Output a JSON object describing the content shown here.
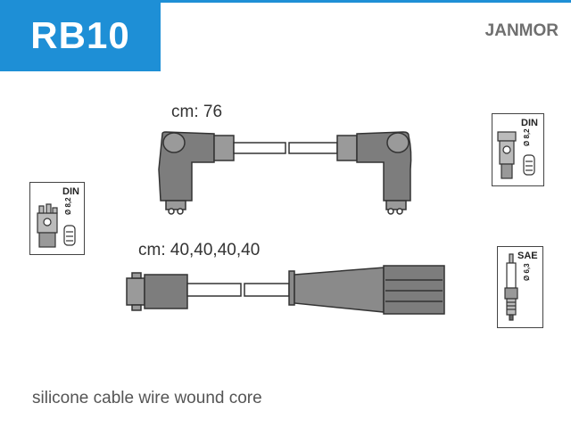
{
  "header": {
    "code": "RB10",
    "brand": "JANMOR",
    "accent_color": "#1e8fd6"
  },
  "cables": [
    {
      "label": "cm: 76",
      "style": "angled-both-ends"
    },
    {
      "label": "cm: 40,40,40,40",
      "style": "straight-with-boot"
    }
  ],
  "connector_badges": {
    "left": {
      "standard": "DIN",
      "diameter": "Ø 8,2",
      "icon": "distributor-cap-icon"
    },
    "right_top": {
      "standard": "DIN",
      "diameter": "Ø 8,2",
      "icon": "coil-terminal-icon"
    },
    "right_bottom": {
      "standard": "SAE",
      "diameter": "Ø 6,3",
      "icon": "spark-plug-icon"
    }
  },
  "footer": {
    "note": "silicone cable wire wound core"
  }
}
